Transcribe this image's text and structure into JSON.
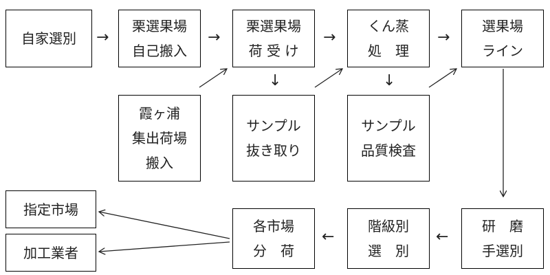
{
  "flow": {
    "boxes": {
      "self_sorting": [
        "自家選別"
      ],
      "chestnut_in": [
        "栗選果場",
        "自己搬入"
      ],
      "chestnut_receive": [
        "栗選果場",
        "荷 受 け"
      ],
      "fumigation": [
        "くん蒸",
        "処　理"
      ],
      "sorting_line": [
        "選果場",
        "ライン"
      ],
      "kasumigaura": [
        "霞ヶ浦",
        "集出荷場",
        "搬入"
      ],
      "sampling": [
        "サンプル",
        "抜き取り"
      ],
      "quality_check": [
        "サンプル",
        "品質検査"
      ],
      "designated_market": [
        "指定市場"
      ],
      "processor": [
        "加工業者"
      ],
      "shipment": [
        "各市場",
        "分　荷"
      ],
      "grading": [
        "階級別",
        "選　別"
      ],
      "polishing": [
        "研　磨",
        "手選別"
      ]
    },
    "arrows": {
      "right": "→",
      "left": "←",
      "down": "↓"
    }
  }
}
